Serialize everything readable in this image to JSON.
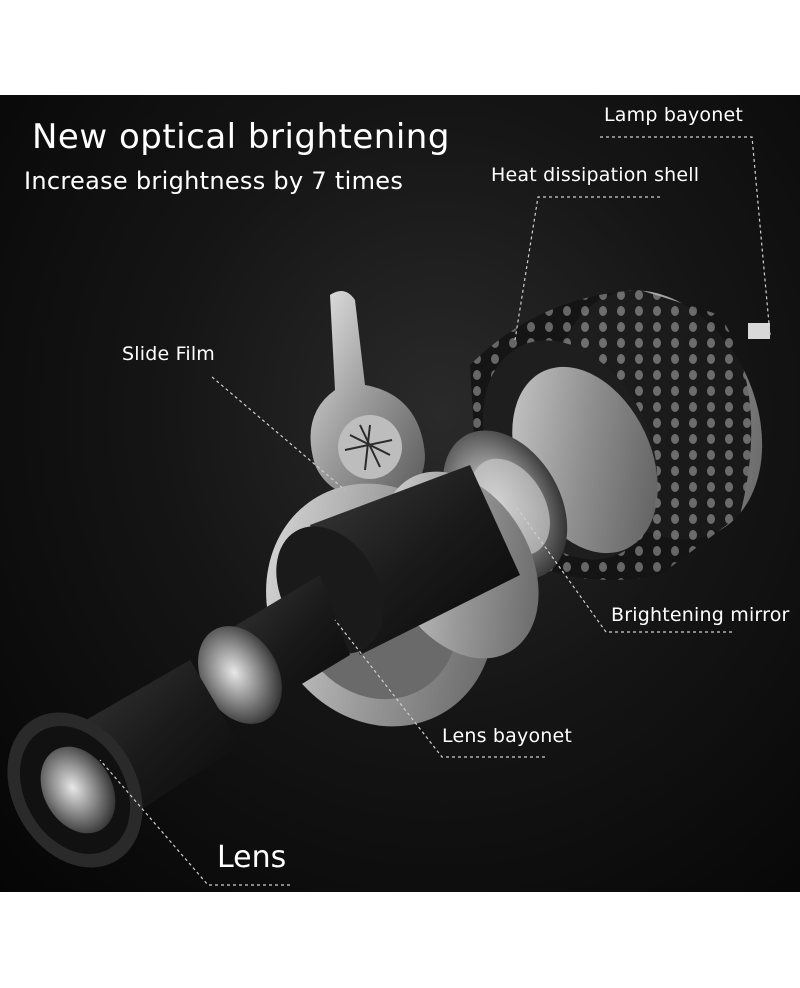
{
  "headline": {
    "line1": "New optical brightening",
    "line2": "Increase brightness by 7 times"
  },
  "labels": {
    "lamp_bayonet": "Lamp bayonet",
    "heat_dissipation_shell": "Heat dissipation shell",
    "slide_film": "Slide Film",
    "brightening_mirror": "Brightening mirror",
    "lens_bayonet": "Lens bayonet",
    "lens": "Lens"
  },
  "colors": {
    "background": "#0a0a0a",
    "text": "#ffffff",
    "leader": "#cfcfcf"
  }
}
